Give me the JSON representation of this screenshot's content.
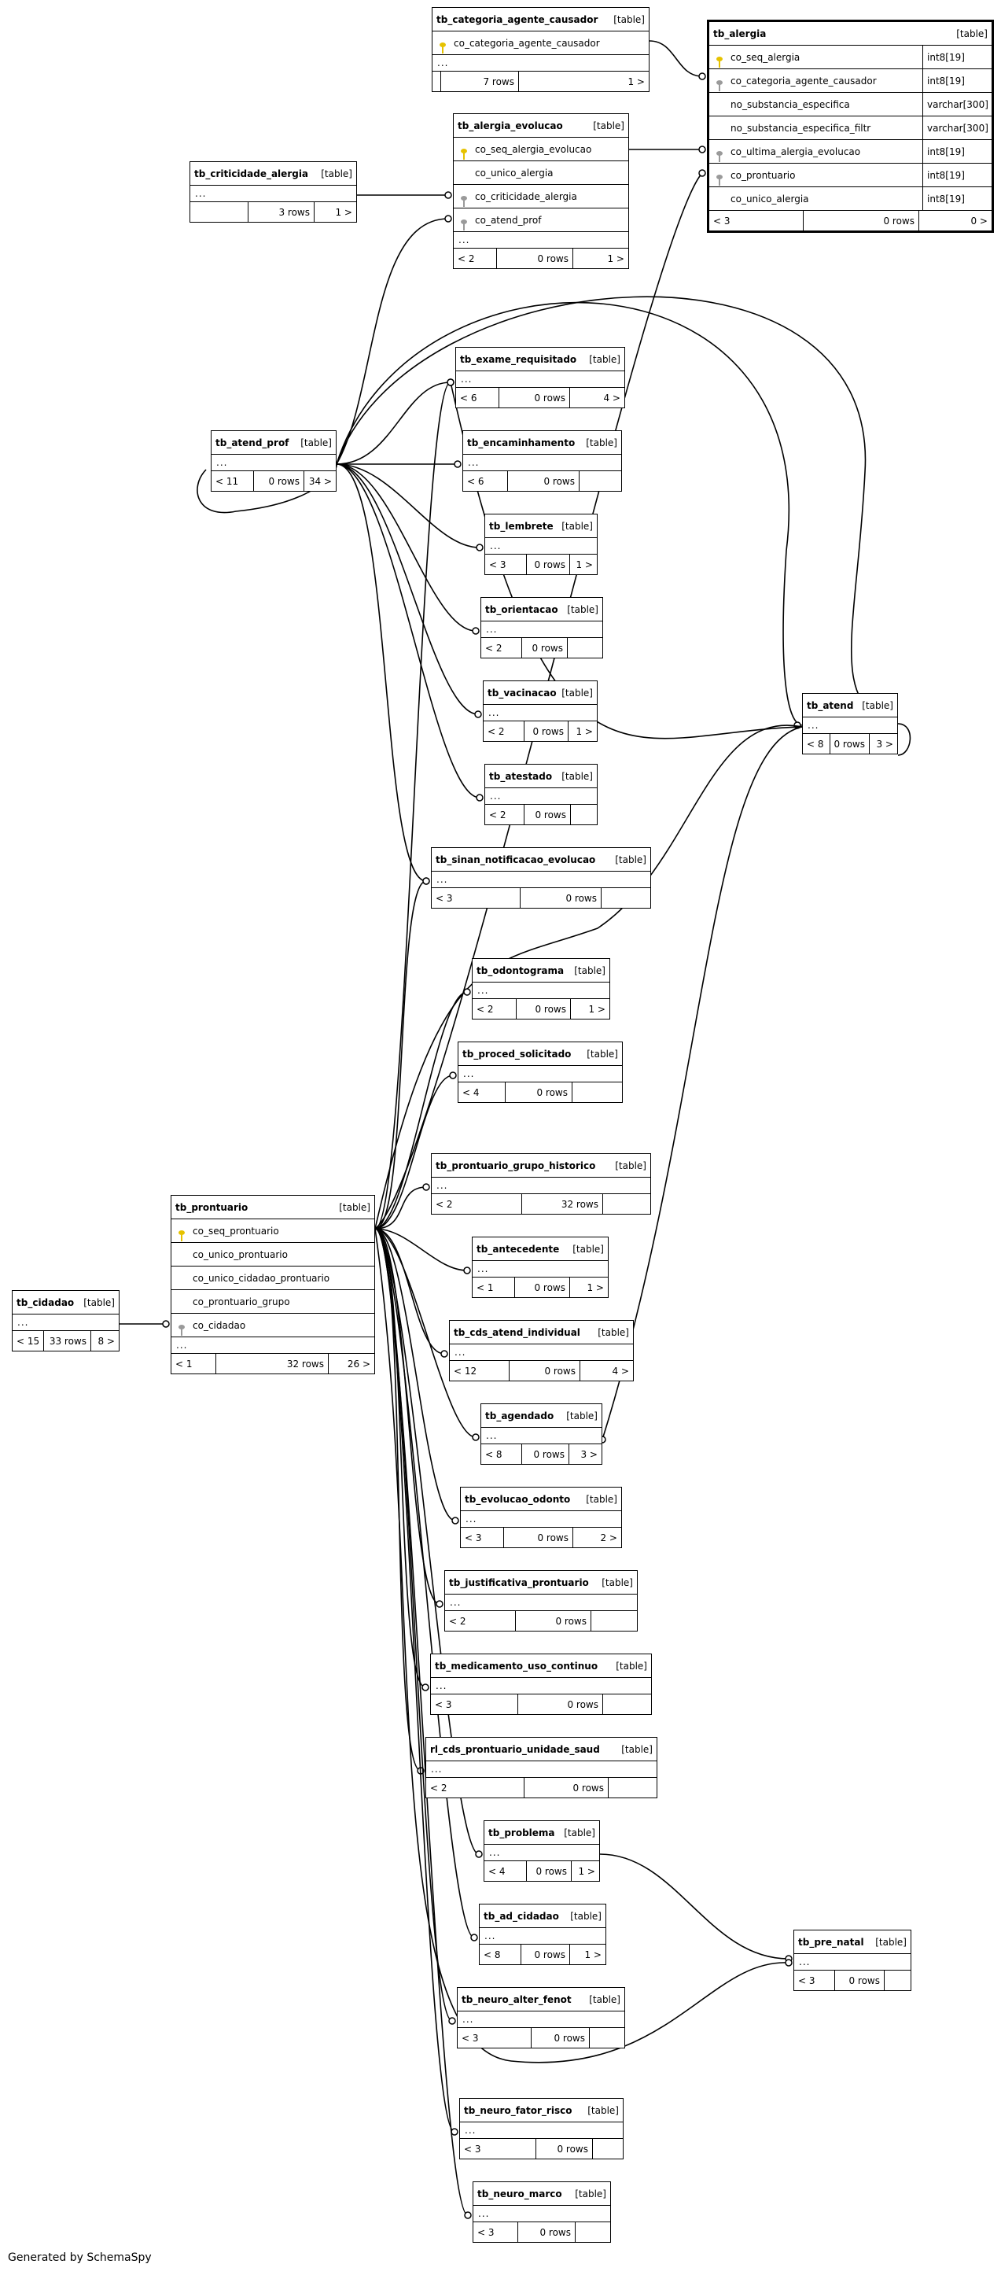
{
  "footer": "Generated by SchemaSpy",
  "type_tag": "[table]",
  "tables": {
    "tb_categoria_agente_causador": {
      "name": "tb_categoria_agente_causador",
      "columns": [
        {
          "name": "co_categoria_agente_causador",
          "key": "pk"
        }
      ],
      "parents": "",
      "rows": "7 rows",
      "children": "1 >"
    },
    "tb_alergia": {
      "name": "tb_alergia",
      "columns": [
        {
          "name": "co_seq_alergia",
          "type": "int8[19]",
          "key": "pk"
        },
        {
          "name": "co_categoria_agente_causador",
          "type": "int8[19]",
          "key": "fk"
        },
        {
          "name": "no_substancia_especifica",
          "type": "varchar[300]",
          "key": ""
        },
        {
          "name": "no_substancia_especifica_filtr",
          "type": "varchar[300]",
          "key": ""
        },
        {
          "name": "co_ultima_alergia_evolucao",
          "type": "int8[19]",
          "key": "fk"
        },
        {
          "name": "co_prontuario",
          "type": "int8[19]",
          "key": "fk"
        },
        {
          "name": "co_unico_alergia",
          "type": "int8[19]",
          "key": ""
        }
      ],
      "parents": "< 3",
      "rows": "0 rows",
      "children": "0 >"
    },
    "tb_alergia_evolucao": {
      "name": "tb_alergia_evolucao",
      "columns": [
        {
          "name": "co_seq_alergia_evolucao",
          "key": "pk"
        },
        {
          "name": "co_unico_alergia",
          "key": ""
        },
        {
          "name": "co_criticidade_alergia",
          "key": "fk"
        },
        {
          "name": "co_atend_prof",
          "key": "fk"
        }
      ],
      "parents": "< 2",
      "rows": "0 rows",
      "children": "1 >"
    },
    "tb_criticidade_alergia": {
      "name": "tb_criticidade_alergia",
      "parents": "",
      "rows": "3 rows",
      "children": "1 >"
    },
    "tb_exame_requisitado": {
      "name": "tb_exame_requisitado",
      "parents": "< 6",
      "rows": "0 rows",
      "children": "4 >"
    },
    "tb_atend_prof": {
      "name": "tb_atend_prof",
      "parents": "< 11",
      "rows": "0 rows",
      "children": "34 >"
    },
    "tb_encaminhamento": {
      "name": "tb_encaminhamento",
      "parents": "< 6",
      "rows": "0 rows",
      "children": ""
    },
    "tb_lembrete": {
      "name": "tb_lembrete",
      "parents": "< 3",
      "rows": "0 rows",
      "children": "1 >"
    },
    "tb_orientacao": {
      "name": "tb_orientacao",
      "parents": "< 2",
      "rows": "0 rows",
      "children": ""
    },
    "tb_vacinacao": {
      "name": "tb_vacinacao",
      "parents": "< 2",
      "rows": "0 rows",
      "children": "1 >"
    },
    "tb_atend": {
      "name": "tb_atend",
      "parents": "< 8",
      "rows": "0 rows",
      "children": "3 >"
    },
    "tb_atestado": {
      "name": "tb_atestado",
      "parents": "< 2",
      "rows": "0 rows",
      "children": ""
    },
    "tb_sinan_notificacao_evolucao": {
      "name": "tb_sinan_notificacao_evolucao",
      "parents": "< 3",
      "rows": "0 rows",
      "children": ""
    },
    "tb_odontograma": {
      "name": "tb_odontograma",
      "parents": "< 2",
      "rows": "0 rows",
      "children": "1 >"
    },
    "tb_proced_solicitado": {
      "name": "tb_proced_solicitado",
      "parents": "< 4",
      "rows": "0 rows",
      "children": ""
    },
    "tb_prontuario_grupo_historico": {
      "name": "tb_prontuario_grupo_historico",
      "parents": "< 2",
      "rows": "32 rows",
      "children": ""
    },
    "tb_prontuario": {
      "name": "tb_prontuario",
      "columns": [
        {
          "name": "co_seq_prontuario",
          "key": "pk"
        },
        {
          "name": "co_unico_prontuario",
          "key": ""
        },
        {
          "name": "co_unico_cidadao_prontuario",
          "key": ""
        },
        {
          "name": "co_prontuario_grupo",
          "key": ""
        },
        {
          "name": "co_cidadao",
          "key": "fk"
        }
      ],
      "parents": "< 1",
      "rows": "32 rows",
      "children": "26 >"
    },
    "tb_antecedente": {
      "name": "tb_antecedente",
      "parents": "< 1",
      "rows": "0 rows",
      "children": "1 >"
    },
    "tb_cidadao": {
      "name": "tb_cidadao",
      "parents": "< 15",
      "rows": "33 rows",
      "children": "8 >"
    },
    "tb_cds_atend_individual": {
      "name": "tb_cds_atend_individual",
      "parents": "< 12",
      "rows": "0 rows",
      "children": "4 >"
    },
    "tb_agendado": {
      "name": "tb_agendado",
      "parents": "< 8",
      "rows": "0 rows",
      "children": "3 >"
    },
    "tb_evolucao_odonto": {
      "name": "tb_evolucao_odonto",
      "parents": "< 3",
      "rows": "0 rows",
      "children": "2 >"
    },
    "tb_justificativa_prontuario": {
      "name": "tb_justificativa_prontuario",
      "parents": "< 2",
      "rows": "0 rows",
      "children": ""
    },
    "tb_medicamento_uso_continuo": {
      "name": "tb_medicamento_uso_continuo",
      "parents": "< 3",
      "rows": "0 rows",
      "children": ""
    },
    "rl_cds_prontuario_unidade_saud": {
      "name": "rl_cds_prontuario_unidade_saud",
      "parents": "< 2",
      "rows": "0 rows",
      "children": ""
    },
    "tb_problema": {
      "name": "tb_problema",
      "parents": "< 4",
      "rows": "0 rows",
      "children": "1 >"
    },
    "tb_ad_cidadao": {
      "name": "tb_ad_cidadao",
      "parents": "< 8",
      "rows": "0 rows",
      "children": "1 >"
    },
    "tb_pre_natal": {
      "name": "tb_pre_natal",
      "parents": "< 3",
      "rows": "0 rows",
      "children": ""
    },
    "tb_neuro_alter_fenot": {
      "name": "tb_neuro_alter_fenot",
      "parents": "< 3",
      "rows": "0 rows",
      "children": ""
    },
    "tb_neuro_fator_risco": {
      "name": "tb_neuro_fator_risco",
      "parents": "< 3",
      "rows": "0 rows",
      "children": ""
    },
    "tb_neuro_marco": {
      "name": "tb_neuro_marco",
      "parents": "< 3",
      "rows": "0 rows",
      "children": ""
    }
  }
}
